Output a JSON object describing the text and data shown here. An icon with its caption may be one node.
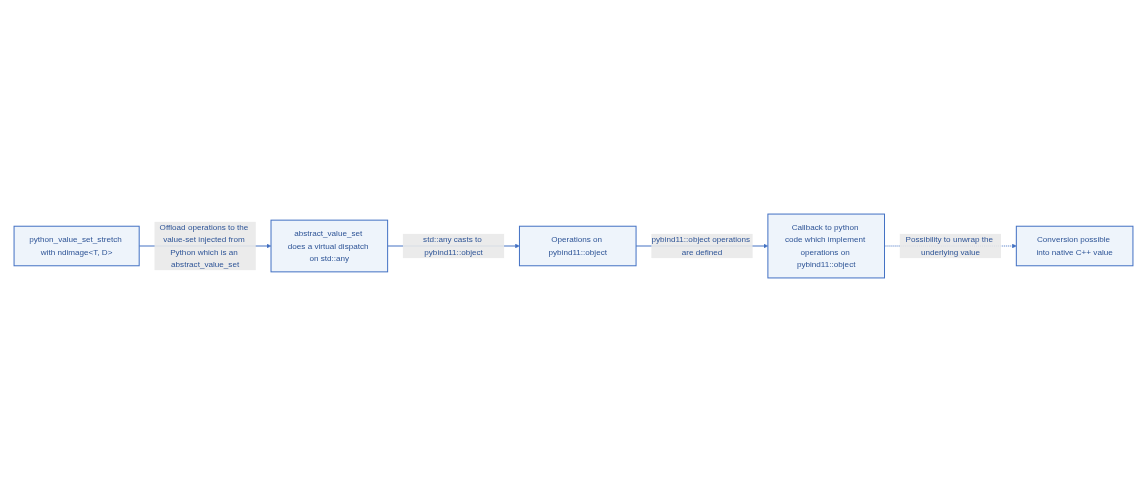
{
  "diagram": {
    "nodes": [
      {
        "text": [
          "python_value_set_stretch with ndimage<T, D>"
        ]
      },
      {
        "text": [
          "abstract_value_set does a virtual dispatch on std::any"
        ]
      },
      {
        "text": [
          "Operations on pybind11::object"
        ]
      },
      {
        "text": [
          "Callback to python code which implement operations on pybind11::object"
        ]
      },
      {
        "text": [
          "Conversion possible into native C++ value"
        ]
      }
    ],
    "edges": [
      {
        "from": 0,
        "to": 1,
        "arrow": "to",
        "label": "Offload operations to the value-set injected from Python which is an abstract_value_set"
      },
      {
        "from": 1,
        "to": 2,
        "arrow": "to",
        "label": "std::any casts to pybind11::object"
      },
      {
        "from": 2,
        "to": 3,
        "arrow": "to",
        "label": "pybind11::object operations are defined"
      },
      {
        "from": 3,
        "to": 4,
        "arrow": "to",
        "label": "Possibility to unwrap the underlying value",
        "style": "dashed"
      }
    ]
  }
}
